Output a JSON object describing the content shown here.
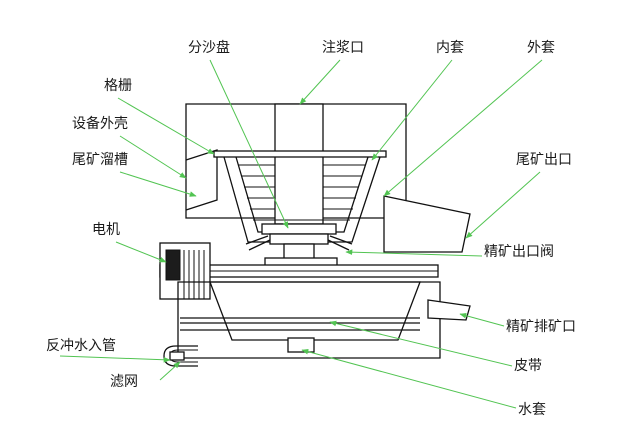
{
  "colors": {
    "leader": "#52c452",
    "outline": "#111111",
    "text": "#1a1a1a",
    "background": "#ffffff"
  },
  "labels": [
    {
      "id": "fenshapan",
      "text": "分沙盘"
    },
    {
      "id": "zhujiangkou",
      "text": "注浆口"
    },
    {
      "id": "neitao",
      "text": "内套"
    },
    {
      "id": "waitao",
      "text": "外套"
    },
    {
      "id": "gezha",
      "text": "格栅"
    },
    {
      "id": "shebeiwaike",
      "text": "设备外壳"
    },
    {
      "id": "weikuangliucao",
      "text": "尾矿溜槽"
    },
    {
      "id": "weikuangchukou",
      "text": "尾矿出口"
    },
    {
      "id": "dianji",
      "text": "电机"
    },
    {
      "id": "jingkuangchukoufa",
      "text": "精矿出口阀"
    },
    {
      "id": "jingkuangpaikuangkou",
      "text": "精矿排矿口"
    },
    {
      "id": "fanchongshuiruguan",
      "text": "反冲水入管"
    },
    {
      "id": "pidai",
      "text": "皮带"
    },
    {
      "id": "lvwang",
      "text": "滤网"
    },
    {
      "id": "shuitao",
      "text": "水套"
    }
  ]
}
